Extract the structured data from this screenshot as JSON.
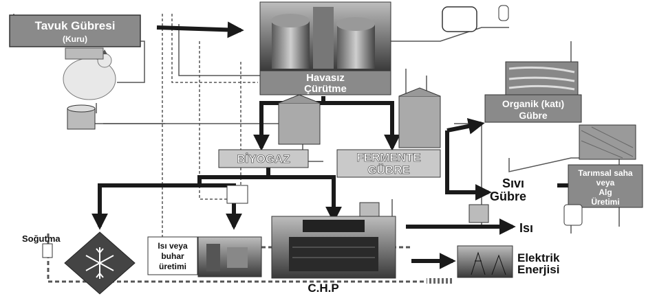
{
  "labels": {
    "chicken_manure": "Tavuk Gübresi",
    "chicken_manure_sub": "(Kuru)",
    "anaerobic_1": "Havasız",
    "anaerobic_2": "Çürütme",
    "organic_1": "Organik (katı)",
    "organic_2": "Gübre",
    "biogas": "BİYOGAZ",
    "fermented_1": "FERMENTE",
    "fermented_2": "GÜBRE",
    "agri_1": "Tarımsal saha",
    "agri_2": "veya",
    "agri_3": "Alg",
    "agri_4": "Üretimi",
    "liquid_1": "Sıvı",
    "liquid_2": "Gübre",
    "heat": "Isı",
    "cooling": "Soğutma",
    "steam_1": "Isı veya",
    "steam_2": "buhar",
    "steam_3": "üretimi",
    "chp": "C.H.P",
    "electric_1": "Elektrik",
    "electric_2": "Enerjisi"
  },
  "colors": {
    "label_box": "#8a8a8a",
    "label_box_light": "#c9c9c9",
    "arrow": "#1a1a1a",
    "pipe": "#555555"
  }
}
